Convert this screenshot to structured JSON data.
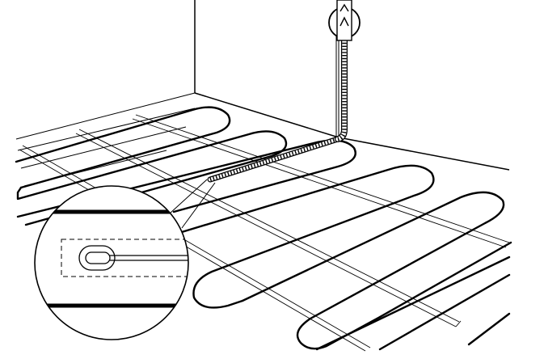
{
  "figure": {
    "subject": "underfloor-heating-cable-installation",
    "colors": {
      "background": "#ffffff",
      "line": "#000000",
      "cable": "#000000",
      "conduit_fill": "#ffffff"
    },
    "components": [
      {
        "name": "room-corner-walls",
        "icon": "wall-edge"
      },
      {
        "name": "wall-junction-box",
        "icon": "thermostat-junction"
      },
      {
        "name": "vertical-conduit",
        "icon": "corrugated-tube"
      },
      {
        "name": "floor-corrugated-conduit",
        "icon": "corrugated-tube"
      },
      {
        "name": "heating-cable-serpentine",
        "icon": "heating-cable"
      },
      {
        "name": "mounting-tapes",
        "icon": "mounting-tape"
      },
      {
        "name": "sensor-detail-magnifier",
        "icon": "magnifier"
      },
      {
        "name": "floor-sensor-tip",
        "icon": "temperature-sensor"
      }
    ]
  }
}
